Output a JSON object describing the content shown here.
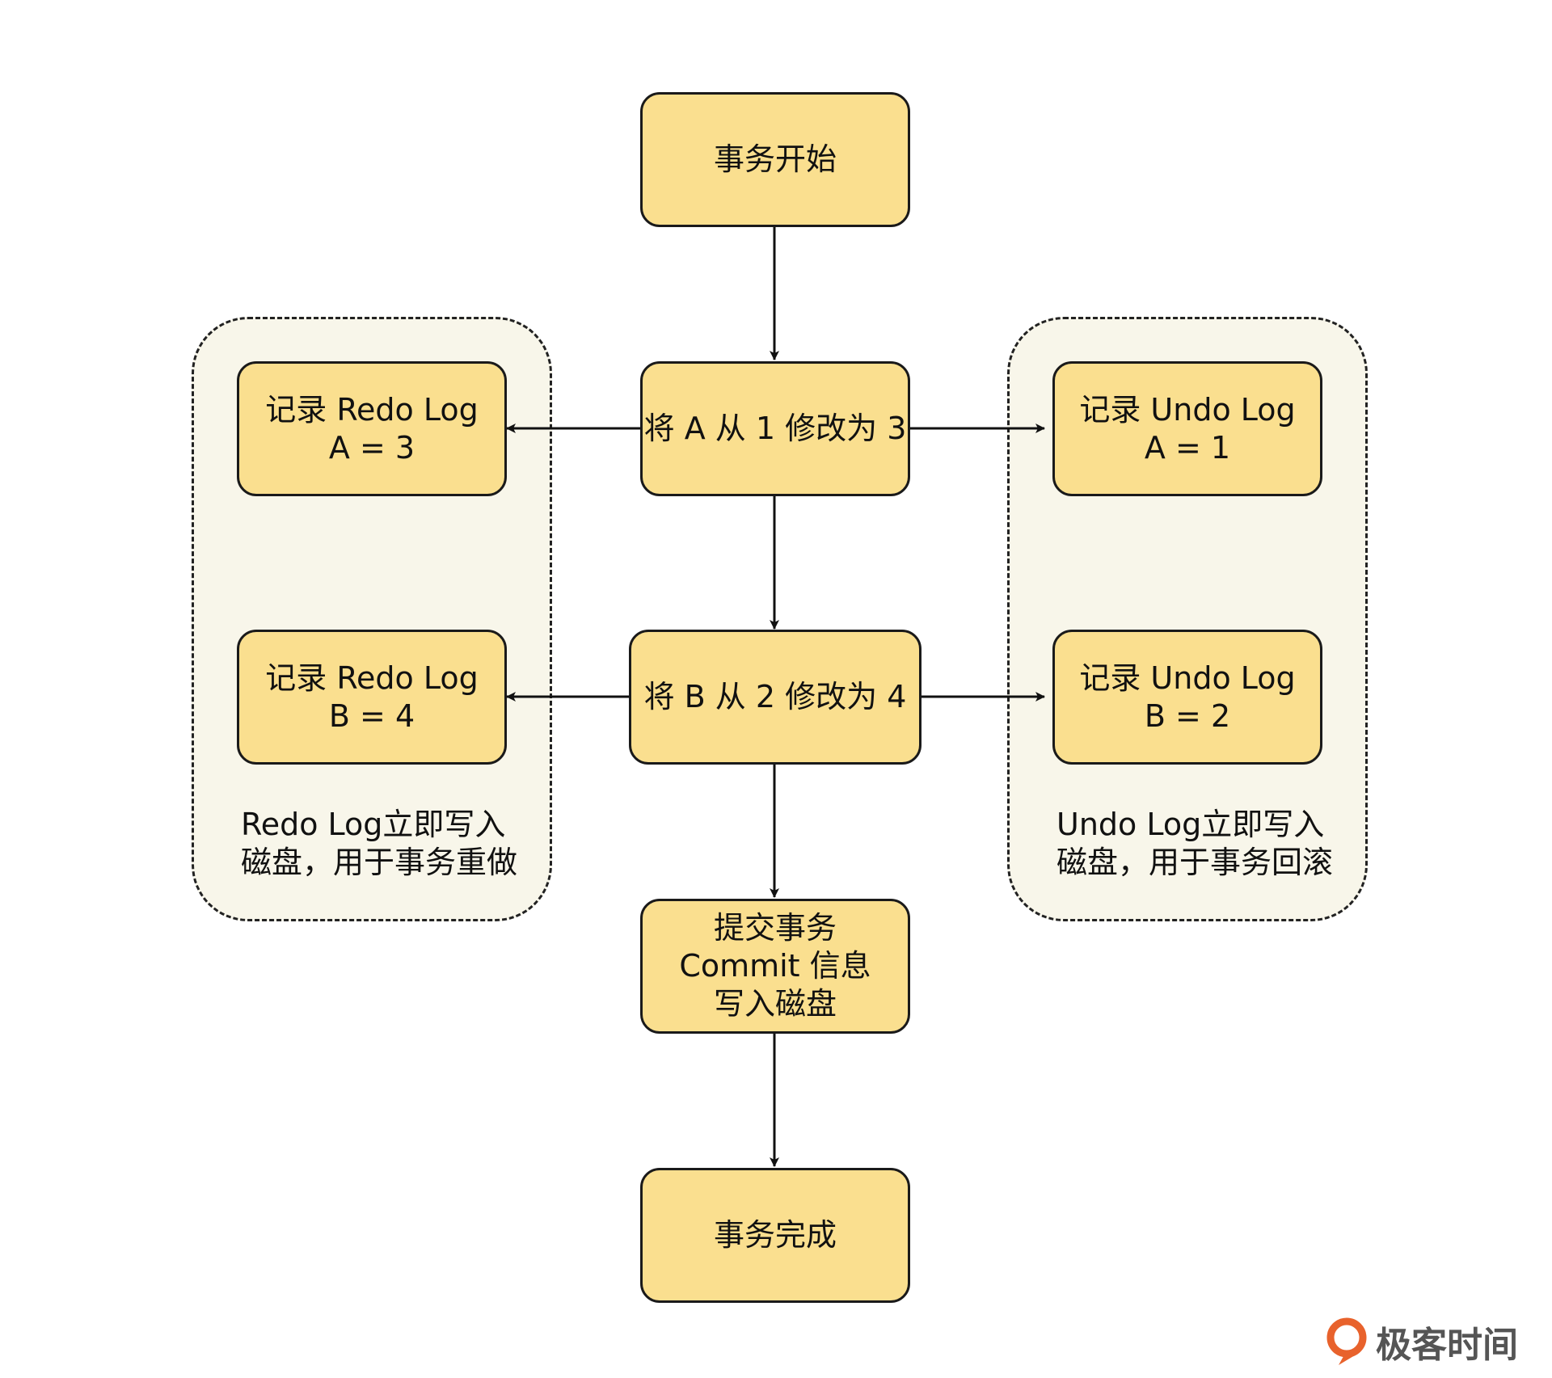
{
  "nodes": {
    "start": [
      "事务开始"
    ],
    "modify_a": [
      "将 A 从 1 修改为 3"
    ],
    "modify_b": [
      "将 B 从 2 修改为 4"
    ],
    "commit": [
      "提交事务",
      "Commit 信息",
      "写入磁盘"
    ],
    "done": [
      "事务完成"
    ],
    "redo_a": [
      "记录 Redo Log",
      "A = 3"
    ],
    "redo_b": [
      "记录 Redo Log",
      "B = 4"
    ],
    "undo_a": [
      "记录 Undo Log",
      "A = 1"
    ],
    "undo_b": [
      "记录 Undo Log",
      "B = 2"
    ]
  },
  "groups": {
    "redo_note": [
      "Redo Log立即写入",
      "磁盘，用于事务重做"
    ],
    "undo_note": [
      "Undo Log立即写入",
      "磁盘，用于事务回滚"
    ]
  },
  "edges": [
    {
      "from": "start",
      "to": "modify_a"
    },
    {
      "from": "modify_a",
      "to": "modify_b"
    },
    {
      "from": "modify_b",
      "to": "commit"
    },
    {
      "from": "commit",
      "to": "done"
    },
    {
      "from": "modify_a",
      "to": "redo_a"
    },
    {
      "from": "modify_a",
      "to": "undo_a"
    },
    {
      "from": "modify_b",
      "to": "redo_b"
    },
    {
      "from": "modify_b",
      "to": "undo_b"
    }
  ],
  "brand": {
    "text": "极客时间"
  },
  "colors": {
    "node_fill": "#fadf8f",
    "group_fill": "#f8f6ea",
    "brand_accent": "#e8622c"
  }
}
